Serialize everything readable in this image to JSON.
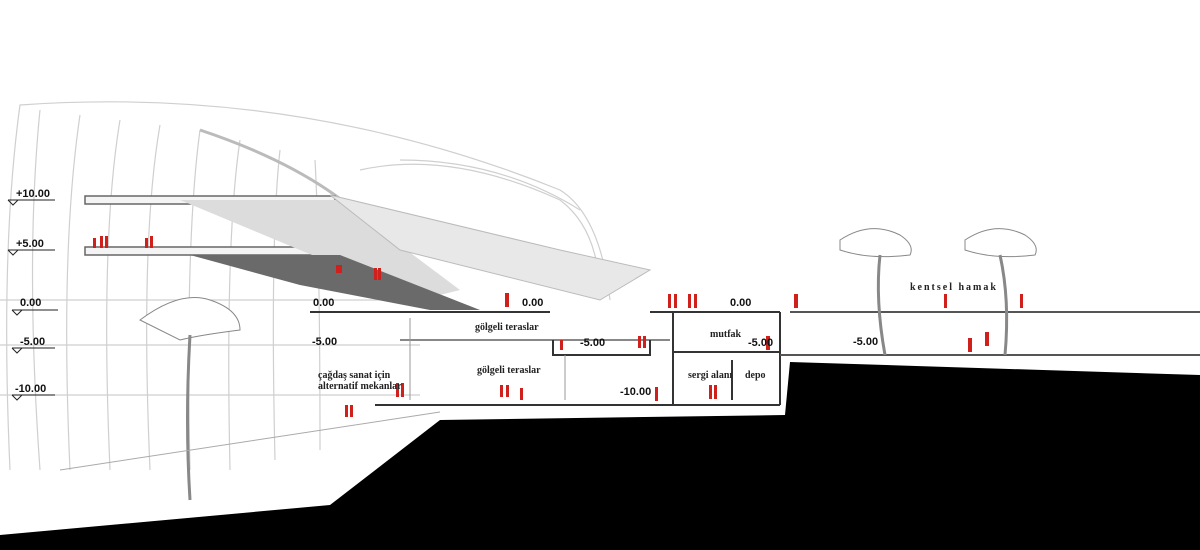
{
  "levels_left": [
    "+10.00",
    "+5.00",
    "0.00",
    "-5.00",
    "-10.00"
  ],
  "levels_inner": {
    "zero_a": "0.00",
    "minus5_a": "-5.00",
    "zero_b": "0.00",
    "minus5_b": "-5.00",
    "minus10": "-10.00",
    "zero_c": "0.00",
    "minus5_c": "-5.00",
    "minus5_d": "-5.00"
  },
  "labels": {
    "shaded_terraces_upper": "gölgeli teraslar",
    "shaded_terraces_lower": "gölgeli teraslar",
    "alt_spaces_line1": "çağdaş sanat için",
    "alt_spaces_line2": "alternatif mekanlar",
    "kitchen": "mutfak",
    "exhibition": "sergi alanı",
    "storage": "depo",
    "urban_hammock": "kentsel hamak"
  },
  "colors": {
    "people": "#d0201c",
    "ground": "#000000",
    "lines": "#c8c8c8",
    "structure": "#333333"
  }
}
